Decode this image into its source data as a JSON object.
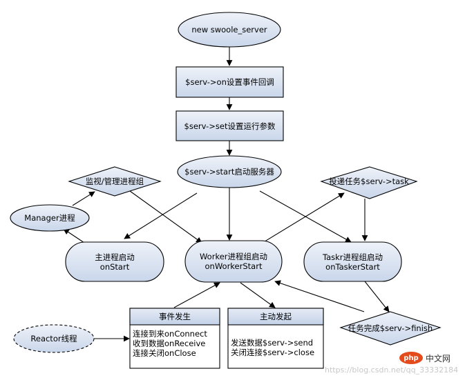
{
  "diagram": {
    "nodes": {
      "new_server": "new swoole_server",
      "serv_on": "$serv->on设置事件回调",
      "serv_set": "$serv->set设置运行参数",
      "serv_start": "$serv->start启动服务器",
      "monitor": "监视/管理进程组",
      "deliver_task": "投递任务$serv->task",
      "manager": "Manager进程",
      "master": "主进程启动\nonStart",
      "worker": "Worker进程组启动\nonWorkerStart",
      "tasker": "Taskr进程组启动\nonTaskerStart",
      "reactor": "Reactor线程",
      "task_finish": "任务完成$serv->finish"
    },
    "events_box": {
      "header": "事件发生",
      "body": "连接到来onConnect\n收到数据onReceive\n连接关闭onClose"
    },
    "active_box": {
      "header": "主动发起",
      "body": "发送数据$serv->send\n关闭连接$serv->close"
    }
  },
  "watermark": {
    "url": "https://blog.csdn.net/qq_33332184",
    "logo": "php",
    "logo_suffix": "中文网"
  },
  "colors": {
    "node_fill_top": "#eef2f9",
    "node_fill_bottom": "#c9d6ea",
    "stroke": "#000000"
  }
}
